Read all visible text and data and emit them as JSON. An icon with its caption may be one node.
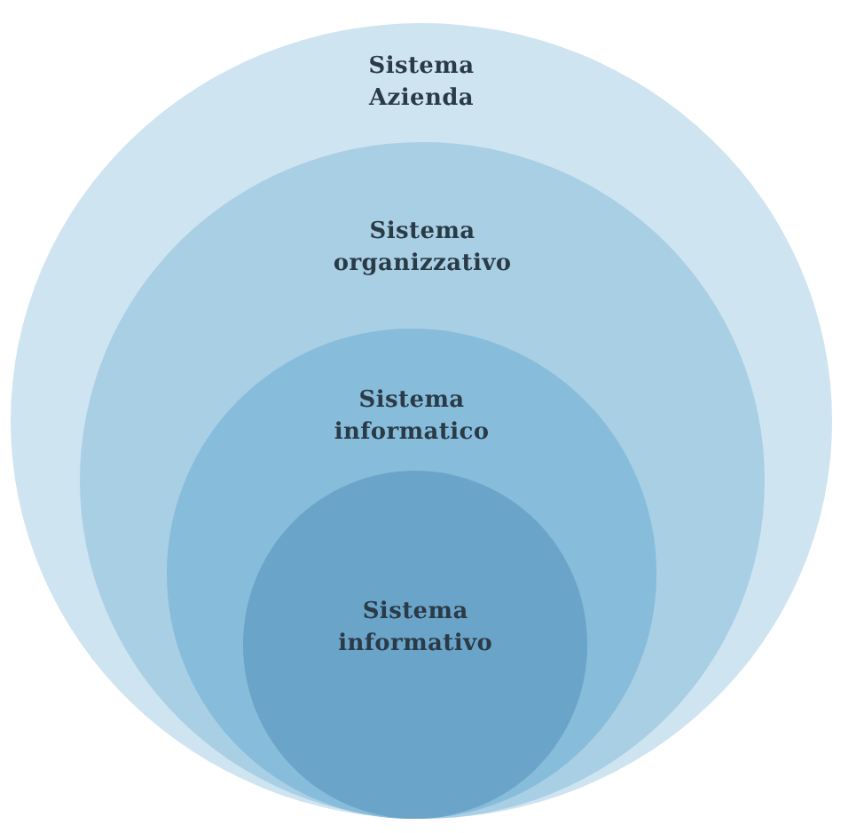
{
  "diagram": {
    "nodes": [
      {
        "text": [
          "Sistema Azienda"
        ]
      },
      {
        "text": [
          "Sistema organizzativo"
        ],
        "in": 0
      },
      {
        "text": [
          "Sistema informatico"
        ],
        "in": 1
      },
      {
        "text": [
          "Sistema informativo"
        ],
        "in": 2
      }
    ]
  }
}
